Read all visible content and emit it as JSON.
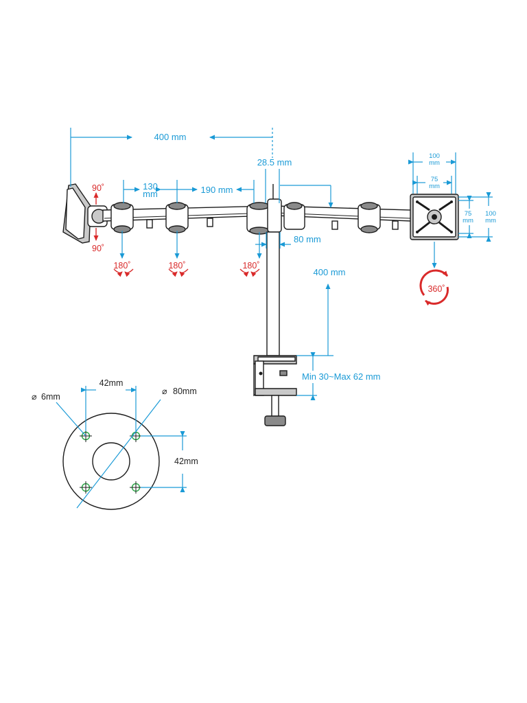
{
  "dimensions": {
    "width_overall": "400 mm",
    "pole_diameter": "28.5 mm",
    "arm_seg_1": "130",
    "arm_seg_1_unit": "mm",
    "arm_seg_2": "190 mm",
    "pole_offset": "80 mm",
    "height": "400 mm",
    "clamp_range": "Min 30~Max 62 mm"
  },
  "vesa": {
    "outer_value": "100",
    "outer_unit": "mm",
    "inner_value": "75",
    "inner_unit": "mm"
  },
  "rotation": {
    "tilt_up": "90˚",
    "tilt_down": "90˚",
    "swivel": "180˚",
    "rotate": "360˚"
  },
  "base": {
    "hole_spacing_h": "42mm",
    "hole_spacing_v": "42mm",
    "hole_diameter": "6mm",
    "plate_diameter": "80mm",
    "diameter_symbol": "⌀"
  },
  "colors": {
    "dimension": "#1a9ad6",
    "rotation": "#d92a2a",
    "outline": "#1b1b1b",
    "hole": "#2ea84a"
  }
}
